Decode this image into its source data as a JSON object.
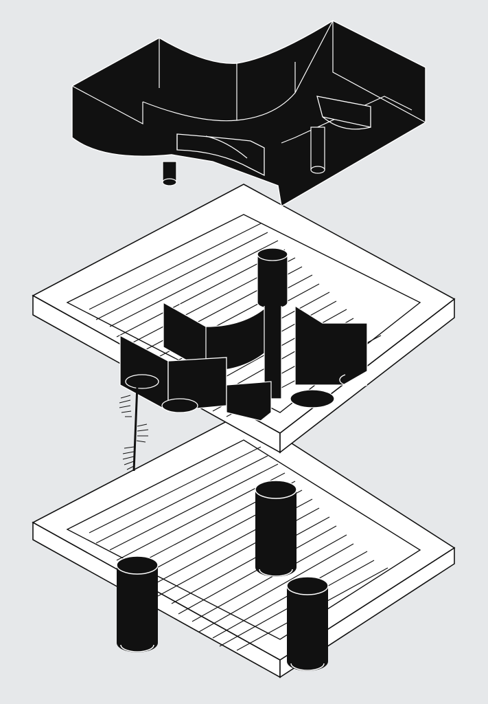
{
  "diagram": {
    "style": "axonometric exploded view",
    "colors": {
      "background": "#e6e8ea",
      "fill_light": "#ffffff",
      "fill_dark": "#111111",
      "stroke": "#111111"
    },
    "layers": [
      {
        "id": "top-module",
        "tone": "dark",
        "parts": [
          "curved-volume",
          "ramp-slab",
          "support-columns"
        ]
      },
      {
        "id": "middle-deck",
        "tone": "light",
        "parts": [
          "grid-frame",
          "slats",
          "core-assembly",
          "spiral-stair"
        ]
      },
      {
        "id": "bottom-deck",
        "tone": "light",
        "parts": [
          "grid-frame",
          "slats",
          "cylinders"
        ]
      }
    ],
    "bottom_cylinder_count": 3,
    "top_column_count": 2
  }
}
